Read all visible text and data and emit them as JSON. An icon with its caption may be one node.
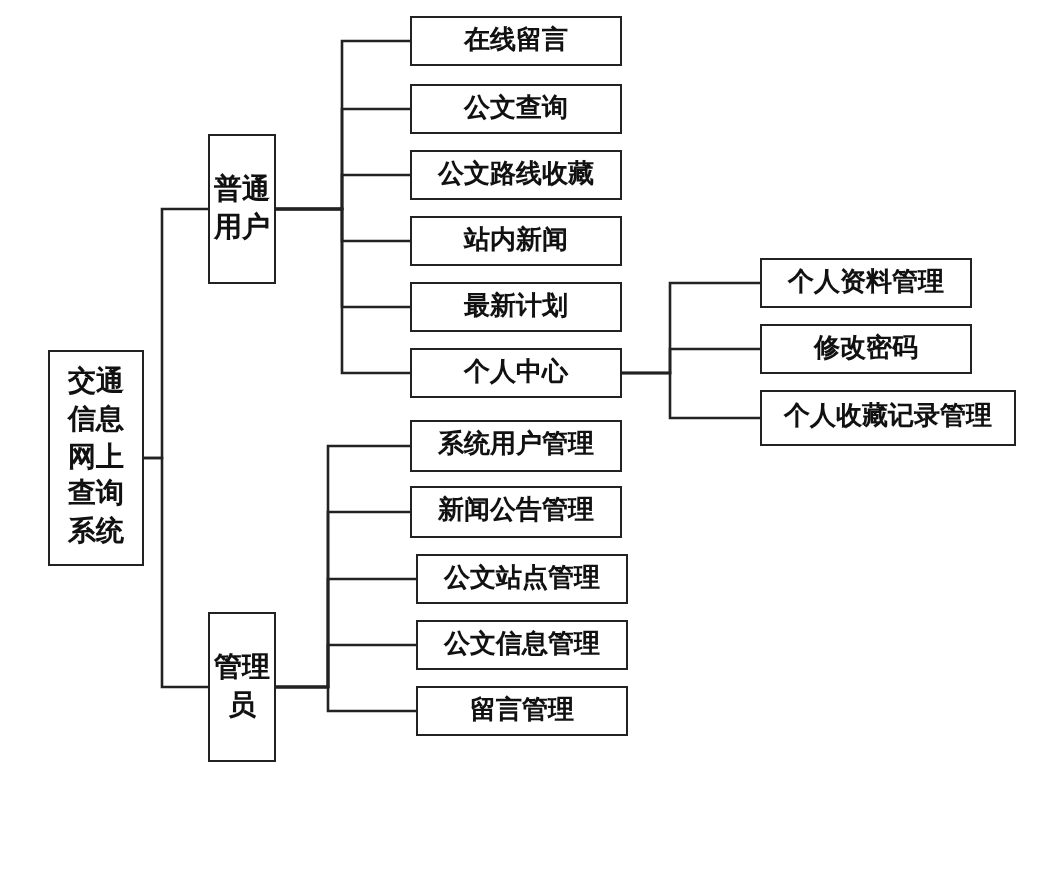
{
  "diagram": {
    "nodes": [
      {
        "text": [
          "交通信息网上查询系统"
        ]
      },
      {
        "text": [
          "普通用户"
        ]
      },
      {
        "text": [
          "在线留言"
        ]
      },
      {
        "text": [
          "公文查询"
        ]
      },
      {
        "text": [
          "公文路线收藏"
        ]
      },
      {
        "text": [
          "站内新闻"
        ]
      },
      {
        "text": [
          "最新计划"
        ]
      },
      {
        "text": [
          "个人中心"
        ]
      },
      {
        "text": [
          "个人资料管理"
        ]
      },
      {
        "text": [
          "修改密码"
        ]
      },
      {
        "text": [
          "个人收藏记录管理"
        ]
      },
      {
        "text": [
          "管理员"
        ]
      },
      {
        "text": [
          "系统用户管理"
        ]
      },
      {
        "text": [
          "新闻公告管理"
        ]
      },
      {
        "text": [
          "公文站点管理"
        ]
      },
      {
        "text": [
          "公文信息管理"
        ]
      },
      {
        "text": [
          "留言管理"
        ]
      }
    ],
    "edges": [
      {
        "from": 0,
        "to": 1,
        "arrow": "none"
      },
      {
        "from": 0,
        "to": 11,
        "arrow": "none"
      },
      {
        "from": 1,
        "to": 2,
        "arrow": "none"
      },
      {
        "from": 1,
        "to": 3,
        "arrow": "none"
      },
      {
        "from": 1,
        "to": 4,
        "arrow": "none"
      },
      {
        "from": 1,
        "to": 5,
        "arrow": "none"
      },
      {
        "from": 1,
        "to": 6,
        "arrow": "none"
      },
      {
        "from": 1,
        "to": 7,
        "arrow": "none"
      },
      {
        "from": 7,
        "to": 8,
        "arrow": "none"
      },
      {
        "from": 7,
        "to": 9,
        "arrow": "none"
      },
      {
        "from": 7,
        "to": 10,
        "arrow": "none"
      },
      {
        "from": 11,
        "to": 12,
        "arrow": "none"
      },
      {
        "from": 11,
        "to": 13,
        "arrow": "none"
      },
      {
        "from": 11,
        "to": 14,
        "arrow": "none"
      },
      {
        "from": 11,
        "to": 15,
        "arrow": "none"
      },
      {
        "from": 11,
        "to": 16,
        "arrow": "none"
      }
    ]
  }
}
